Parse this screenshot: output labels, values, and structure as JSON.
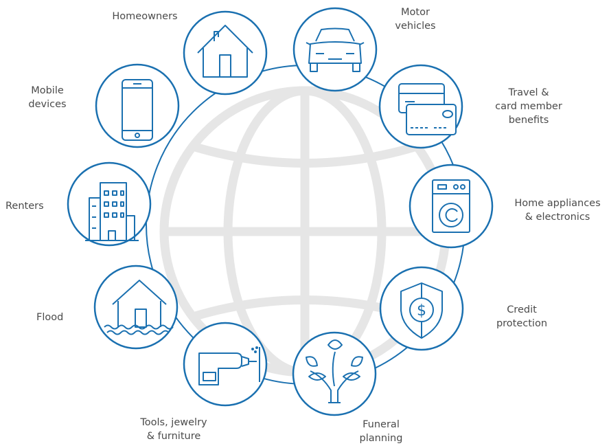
{
  "colors": {
    "accent": "#1a70b0",
    "globe": "#e6e6e6",
    "text": "#4a4a4a",
    "background": "#ffffff"
  },
  "categories": [
    {
      "label": "Homeowners",
      "icon": "house-icon"
    },
    {
      "label": "Motor\nvehicles",
      "icon": "car-icon"
    },
    {
      "label": "Travel &\ncard member\nbenefits",
      "icon": "credit-card-icon"
    },
    {
      "label": "Home appliances\n& electronics",
      "icon": "washing-machine-icon"
    },
    {
      "label": "Credit\nprotection",
      "icon": "dollar-shield-icon"
    },
    {
      "label": "Funeral\nplanning",
      "icon": "flowers-icon"
    },
    {
      "label": "Tools, jewelry\n& furniture",
      "icon": "drill-icon"
    },
    {
      "label": "Flood",
      "icon": "flooded-house-icon"
    },
    {
      "label": "Renters",
      "icon": "apartment-building-icon"
    },
    {
      "label": "Mobile\ndevices",
      "icon": "smartphone-icon"
    }
  ]
}
